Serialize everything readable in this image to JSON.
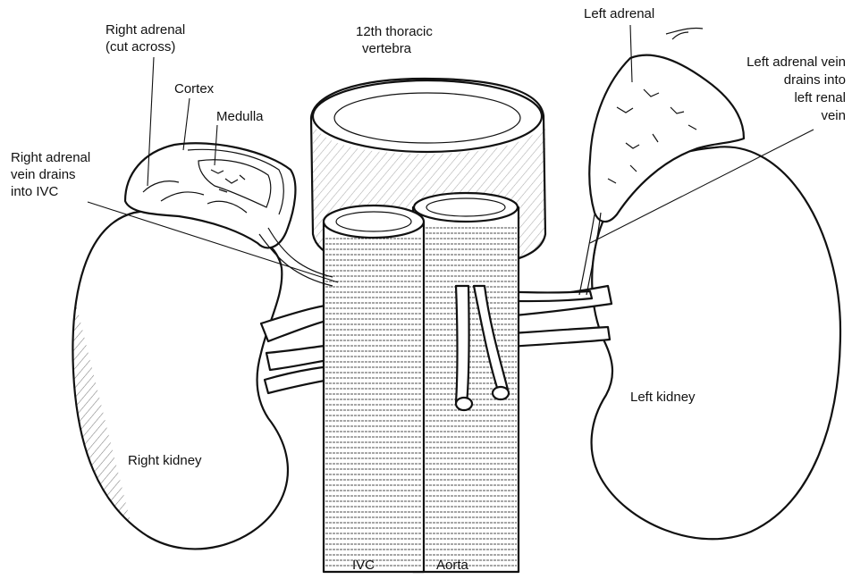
{
  "labels": {
    "right_adrenal_line1": "Right adrenal",
    "right_adrenal_line2": "(cut across)",
    "cortex": "Cortex",
    "medulla": "Medulla",
    "thoracic_line1": "12th thoracic",
    "thoracic_line2": "vertebra",
    "left_adrenal": "Left adrenal",
    "left_adrenal_vein_line1": "Left adrenal vein",
    "left_adrenal_vein_line2": "drains into",
    "left_adrenal_vein_line3": "left renal",
    "left_adrenal_vein_line4": "vein",
    "right_adrenal_vein_line1": "Right adrenal",
    "right_adrenal_vein_line2": "vein drains",
    "right_adrenal_vein_line3": "into IVC",
    "left_kidney": "Left kidney",
    "right_kidney": "Right kidney",
    "ivc": "IVC",
    "aorta": "Aorta"
  },
  "colors": {
    "ink": "#111111",
    "paper": "#ffffff"
  }
}
